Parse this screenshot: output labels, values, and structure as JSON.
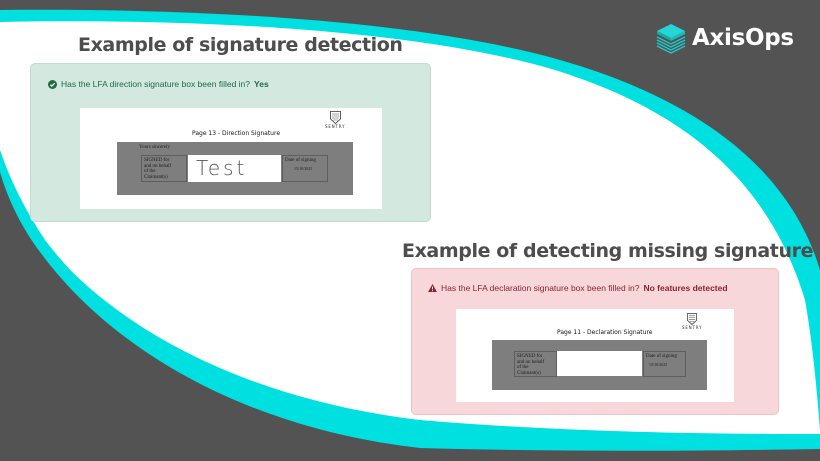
{
  "brand": {
    "name": "AxisOps",
    "icon": "stacked-layers-icon",
    "accent_color": "#00e0e0",
    "background_color": "#535353"
  },
  "sections": [
    {
      "title": "Example of signature detection",
      "status": {
        "icon": "check-circle-icon",
        "question": "Has the LFA direction signature box been filled in?",
        "answer": "Yes",
        "color": "#1f6b45",
        "panel_color": "#d3e8df"
      },
      "document": {
        "page_title": "Page 13 - Direction Signature",
        "logo_label": "SENTRY",
        "closing": "Yours sincerely",
        "signed_label_lines": [
          "SIGNED for",
          "and on behalf",
          "of the",
          "Claimant(s)"
        ],
        "signature": "Test",
        "date_label": "Date of signing",
        "date_value": "15/10/2025"
      }
    },
    {
      "title": "Example of detecting missing signature",
      "status": {
        "icon": "warning-triangle-icon",
        "question": "Has the LFA declaration signature box been filled in?",
        "answer": "No features detected",
        "color": "#8b2332",
        "panel_color": "#f8d7da"
      },
      "document": {
        "page_title": "Page 11 - Declaration Signature",
        "logo_label": "SENTRY",
        "signed_label_lines": [
          "SIGNED for",
          "and on behalf",
          "of the",
          "Claimant(s)"
        ],
        "signature": "",
        "date_label": "Date of signing",
        "date_value": "15/10/2025"
      }
    }
  ]
}
